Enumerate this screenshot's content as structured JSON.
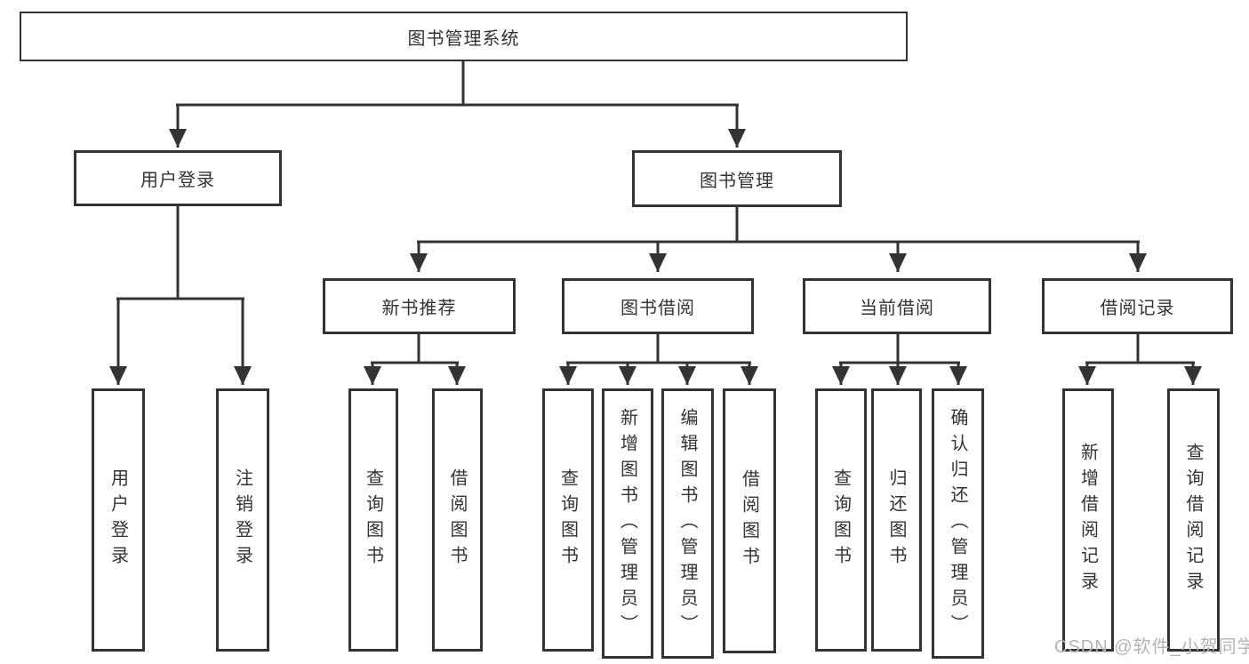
{
  "colors": {
    "line": "#333333",
    "text": "#333333",
    "node_background": "#ffffff",
    "watermark": "#b4b4b4",
    "background": "#ffffff"
  },
  "tree": {
    "root": "图书管理系统",
    "children": [
      {
        "label": "用户登录",
        "leaves": [
          "用户登录",
          "注销登录"
        ]
      },
      {
        "label": "图书管理",
        "children": [
          {
            "label": "新书推荐",
            "leaves": [
              "查询图书",
              "借阅图书"
            ]
          },
          {
            "label": "图书借阅",
            "leaves": [
              "查询图书",
              "新增图书（管理员）",
              "编辑图书（管理员）",
              "借阅图书"
            ]
          },
          {
            "label": "当前借阅",
            "leaves": [
              "查询图书",
              "归还图书",
              "确认归还（管理员）"
            ]
          },
          {
            "label": "借阅记录",
            "leaves": [
              "新增借阅记录",
              "查询借阅记录"
            ]
          }
        ]
      }
    ]
  },
  "watermark": {
    "text": "CSDN @软件_小贺同学"
  }
}
